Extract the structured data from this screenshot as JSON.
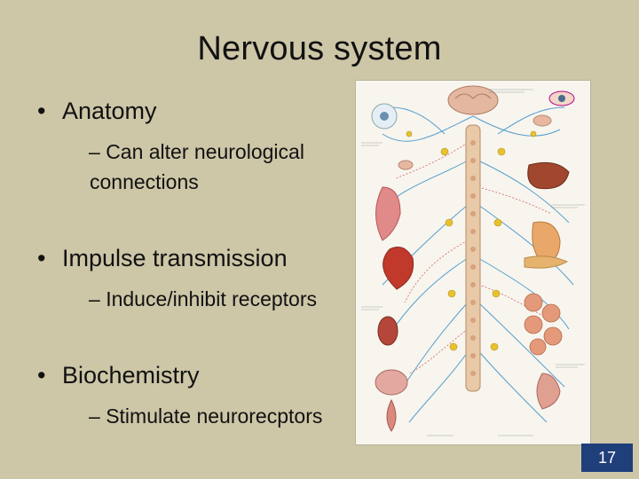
{
  "slide": {
    "title": "Nervous system",
    "bullets": [
      {
        "text": "Anatomy",
        "sub": [
          "Can alter neurological",
          "connections"
        ]
      },
      {
        "text": "Impulse transmission",
        "sub": [
          "Induce/inhibit receptors"
        ]
      },
      {
        "text": "Biochemistry",
        "sub": [
          "Stimulate neurorecptors"
        ]
      }
    ],
    "bullet_symbol": "•",
    "dash_symbol": "–",
    "page_number": "17"
  },
  "figure": {
    "icon": "autonomic-nervous-system-illustration",
    "colors": {
      "spine": "#e8c9a8",
      "nerve_blue": "#3a8fc7",
      "nerve_red": "#d04040",
      "organ_red": "#c0392b",
      "organ_orange": "#d9822b",
      "ganglion_yellow": "#e8c12f"
    }
  },
  "theme": {
    "background": "#cdc6a7",
    "page_badge": "#1f3f7a"
  }
}
